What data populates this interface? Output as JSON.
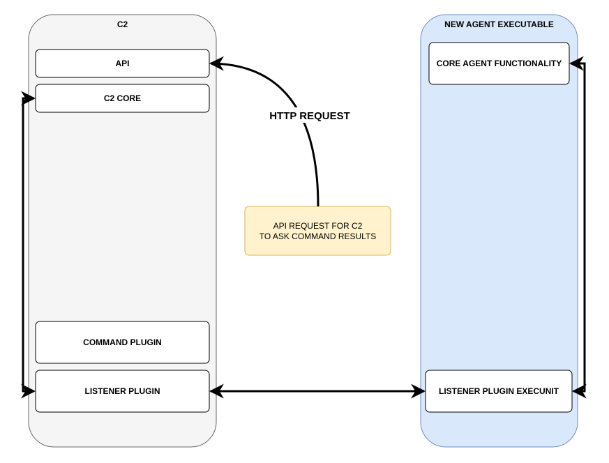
{
  "containers": {
    "c2": {
      "title": "C2",
      "fill": "#f5f5f5",
      "stroke": "#666666"
    },
    "agent": {
      "title": "NEW AGENT EXECUTABLE",
      "fill": "#dae8fc",
      "stroke": "#6c8ebf"
    }
  },
  "boxes": {
    "api": "API",
    "c2_core": "C2 CORE",
    "command_plugin": "COMMAND PLUGIN",
    "listener_plugin": "LISTENER PLUGIN",
    "core_agent": "CORE AGENT FUNCTIONALITY",
    "listener_execunit": "LISTENER PLUGIN EXECUNIT"
  },
  "note": {
    "line1": "API REQUEST FOR C2",
    "line2": "TO ASK COMMAND RESULTS",
    "fill": "#fff2cc",
    "stroke": "#d6b656"
  },
  "edge_labels": {
    "http_request": "HTTP REQUEST"
  }
}
